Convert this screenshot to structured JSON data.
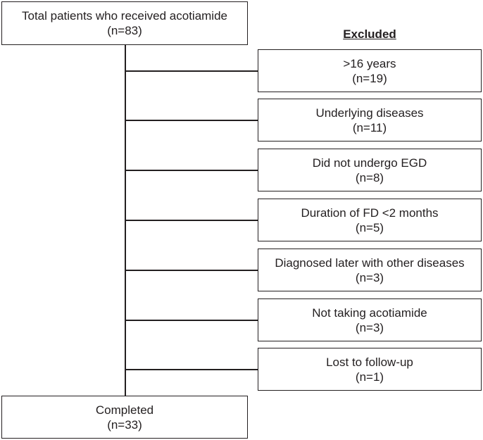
{
  "start": {
    "label": "Total patients who received acotiamide",
    "count": "(n=83)"
  },
  "excluded_heading": "Excluded",
  "exclusions": [
    {
      "label": ">16 years",
      "count": "(n=19)"
    },
    {
      "label": "Underlying diseases",
      "count": "(n=11)"
    },
    {
      "label": "Did not undergo EGD",
      "count": "(n=8)"
    },
    {
      "label": "Duration of FD <2 months",
      "count": "(n=5)"
    },
    {
      "label": "Diagnosed later with other diseases",
      "count": "(n=3)"
    },
    {
      "label": "Not taking acotiamide",
      "count": "(n=3)"
    },
    {
      "label": "Lost to follow-up",
      "count": "(n=1)"
    }
  ],
  "end": {
    "label": "Completed",
    "count": "(n=33)"
  }
}
